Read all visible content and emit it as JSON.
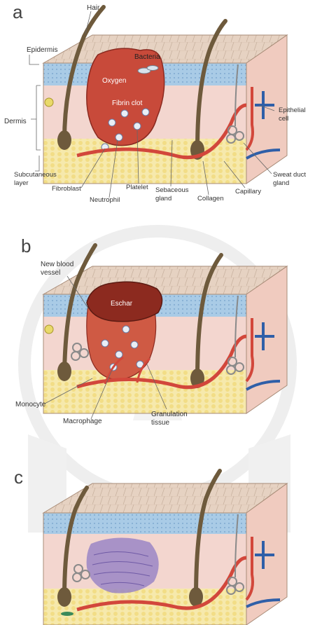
{
  "panels": [
    {
      "letter": "a",
      "labels": {
        "hair": "Hair",
        "epidermis": "Epidermis",
        "dermis": "Dermis",
        "subcutaneous_1": "Subcutaneous",
        "subcutaneous_2": "layer",
        "bacteria": "Bacteria",
        "oxygen": "Oxygen",
        "fibrin_clot": "Fibrin clot",
        "epithelial_1": "Epithelial",
        "epithelial_2": "cell",
        "sweat_1": "Sweat duct",
        "sweat_2": "gland",
        "fibroblast": "Fibroblast",
        "platelet": "Platelet",
        "neutrophil": "Neutrophil",
        "sebaceous_1": "Sebaceous",
        "sebaceous_2": "gland",
        "collagen": "Collagen",
        "capillary": "Capillary"
      }
    },
    {
      "letter": "b",
      "labels": {
        "new_vessel_1": "New blood",
        "new_vessel_2": "vessel",
        "eschar": "Eschar",
        "monocyte": "Monocyte",
        "macrophage": "Macrophage",
        "granulation_1": "Granulation",
        "granulation_2": "tissue"
      }
    },
    {
      "letter": "c",
      "labels": {}
    }
  ],
  "colors": {
    "skin_top": "#e9d6c8",
    "epidermis": "#a9cbe6",
    "dermis": "#f3d6cf",
    "fat": "#f5e6a6",
    "wound": "#c84a3a",
    "hair": "#6e5a3c",
    "vessel_red": "#d2473b",
    "vessel_blue": "#2f5fa8",
    "scar": "#9a86c6",
    "watermark": "#d9d9d9"
  }
}
